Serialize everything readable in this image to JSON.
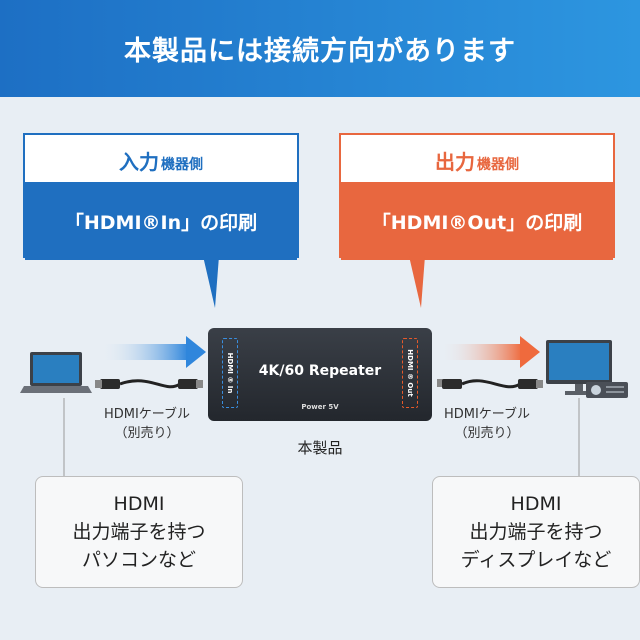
{
  "header": {
    "title": "本製品には接続方向があります"
  },
  "input_bubble": {
    "title_main": "入力",
    "title_sub": "機器側",
    "body": "「HDMI®In」の印刷"
  },
  "output_bubble": {
    "title_main": "出力",
    "title_sub": "機器側",
    "body": "「HDMI®Out」の印刷"
  },
  "device": {
    "model": "4K/60 Repeater",
    "power": "Power 5V",
    "port_in": "HDMI ® In",
    "port_out": "HDMI ® Out"
  },
  "cable_left": {
    "line1": "HDMIケーブル",
    "line2": "（別売り）"
  },
  "cable_right": {
    "line1": "HDMIケーブル",
    "line2": "（別売り）"
  },
  "product_label": "本製品",
  "source_box": {
    "line1": "HDMI",
    "line2": "出力端子を持つ",
    "line3": "パソコンなど"
  },
  "display_box": {
    "line1": "HDMI",
    "line2": "出力端子を持つ",
    "line3": "ディスプレイなど"
  },
  "colors": {
    "blue": "#1f6fc0",
    "orange": "#e8673f",
    "header": "#2084d4",
    "background": "#e8eef4"
  },
  "icons": [
    "laptop-icon",
    "monitor-icon",
    "projector-icon",
    "hdmi-cable-icon",
    "arrow-right-icon"
  ]
}
